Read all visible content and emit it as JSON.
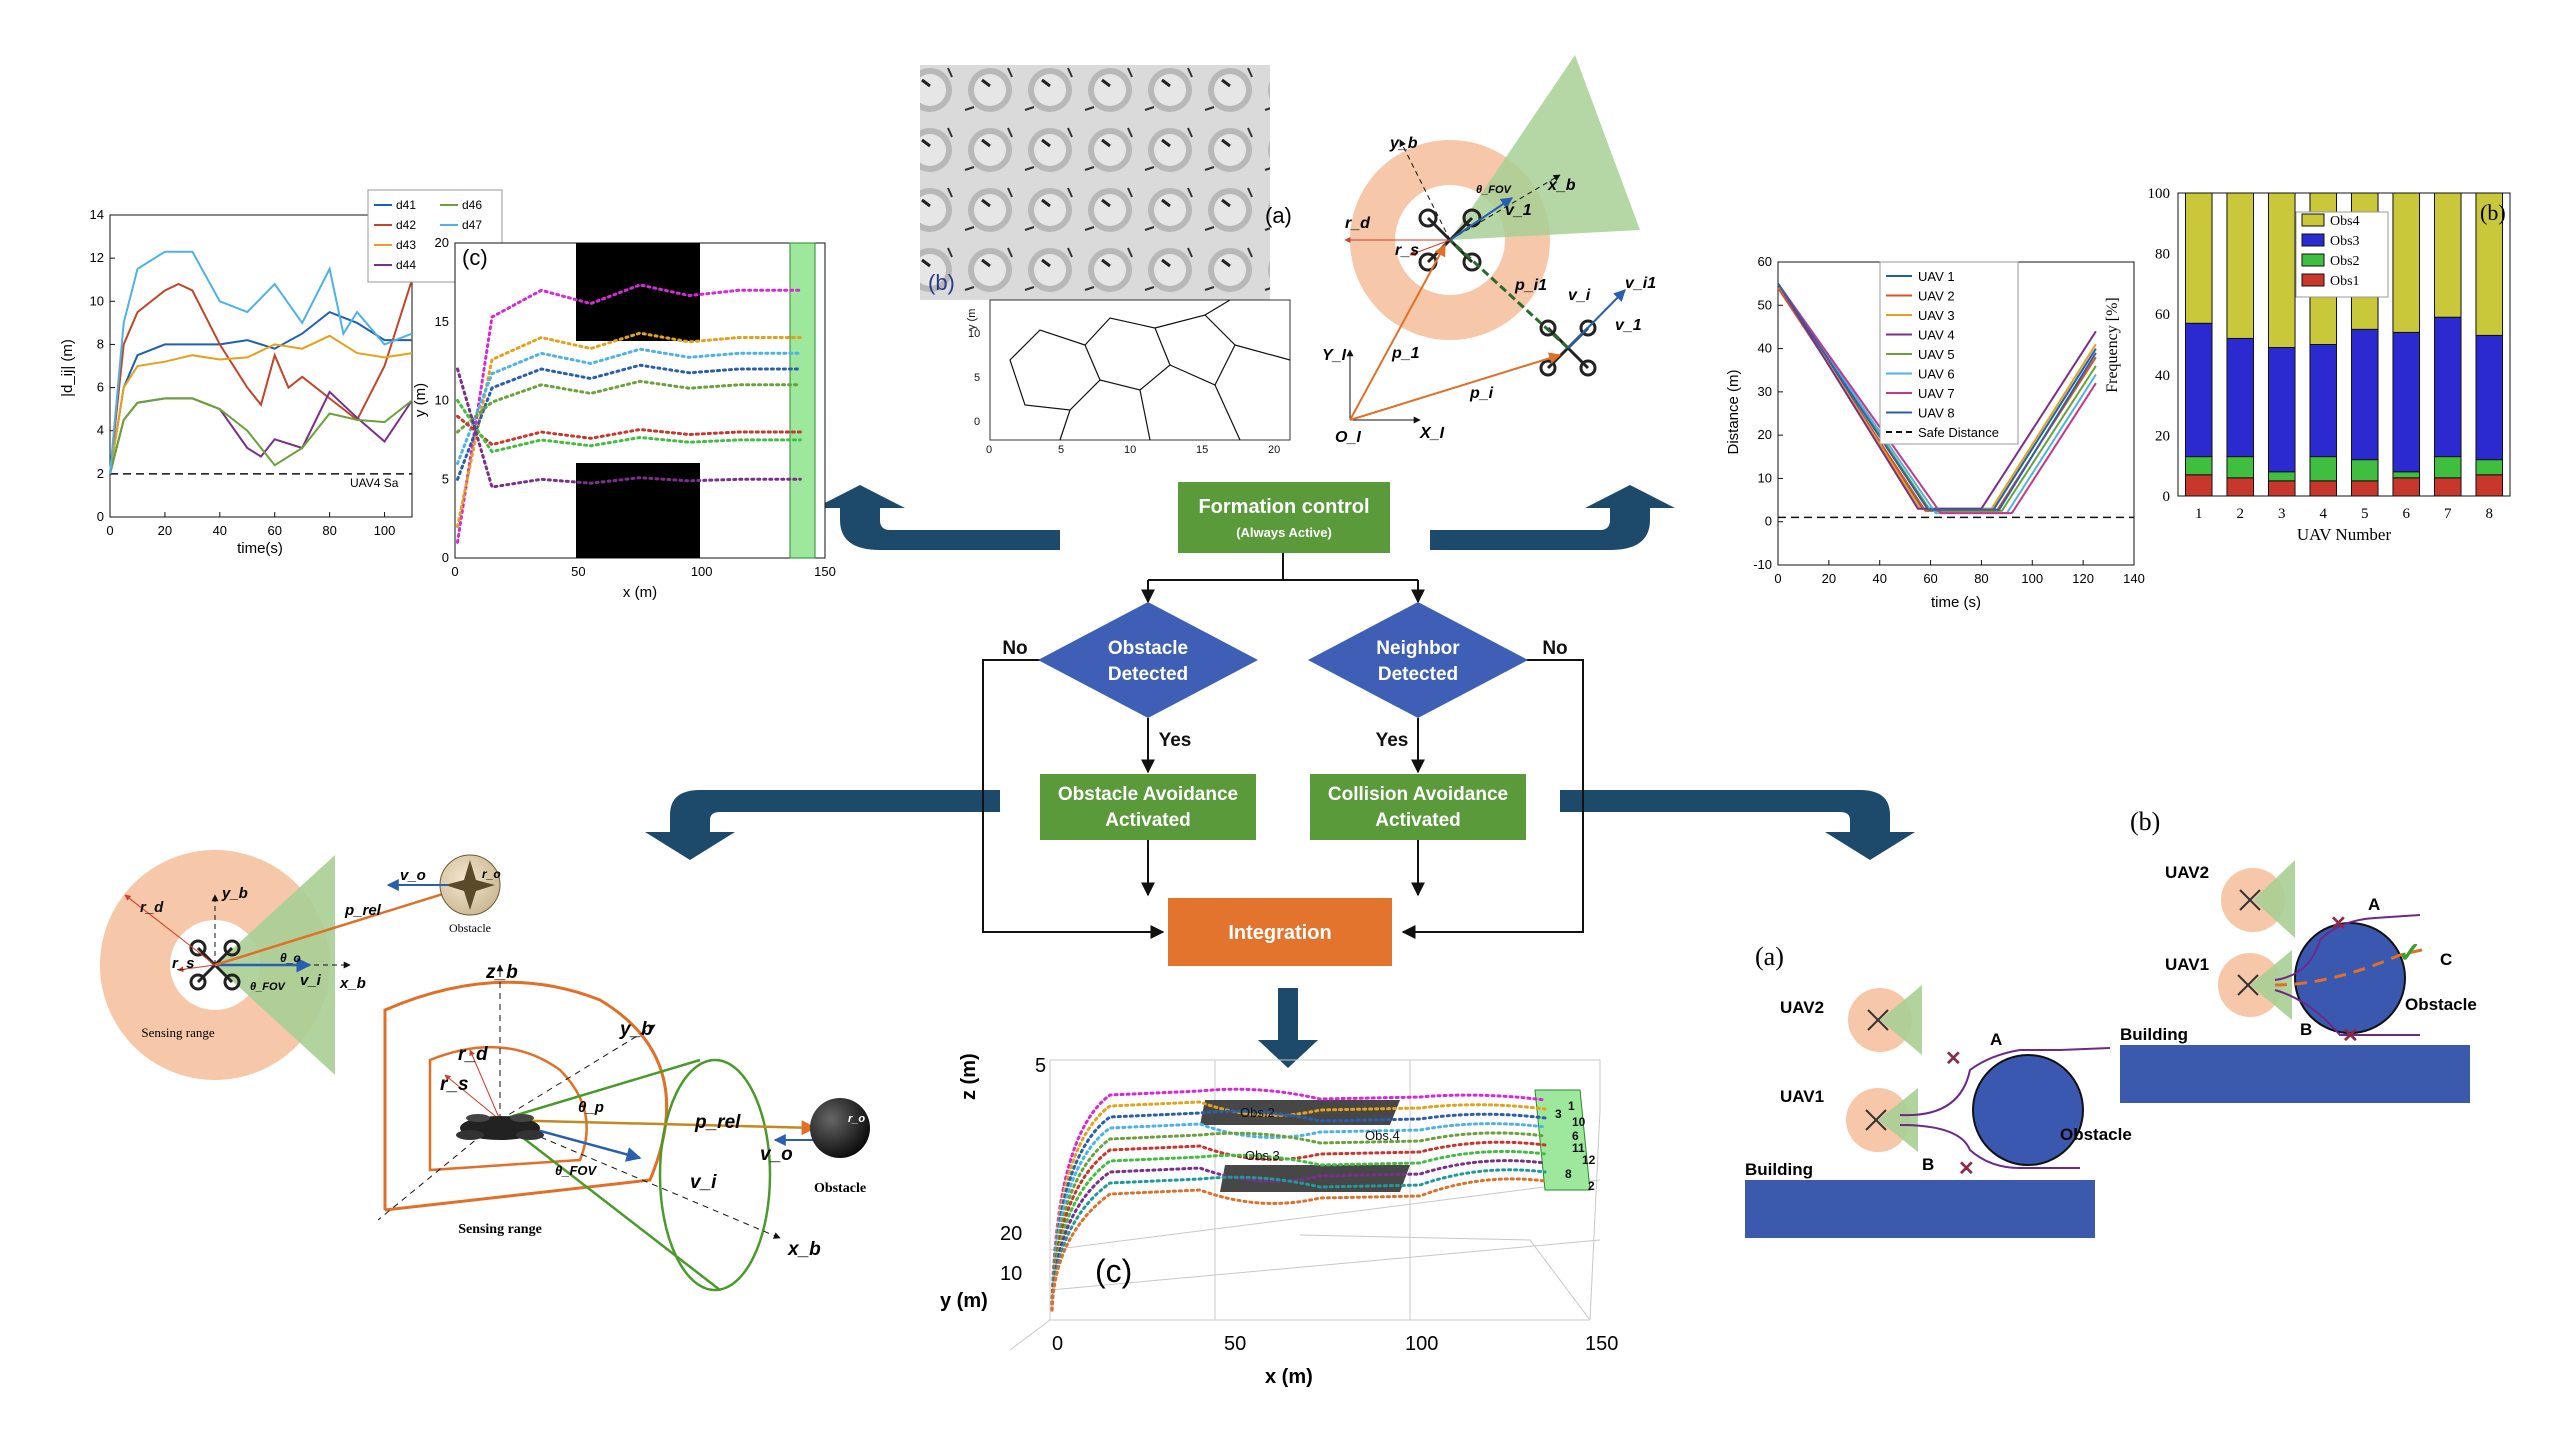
{
  "flowchart": {
    "formation_title": "Formation control",
    "formation_sub": "(Always Active)",
    "obstacle_detected": [
      "Obstacle",
      "Detected"
    ],
    "neighbor_detected": [
      "Neighbor",
      "Detected"
    ],
    "no_label": "No",
    "yes_label": "Yes",
    "obstacle_avoidance": [
      "Obstacle Avoidance",
      "Activated"
    ],
    "collision_avoidance": [
      "Collision Avoidance",
      "Activated"
    ],
    "integration": "Integration"
  },
  "colors": {
    "green_box": "#5a9a3a",
    "diamond": "#3f5fb6",
    "orange_box": "#e2742d",
    "arrow_navy": "#1d4a6b",
    "sensing_peach": "#f6c7a8",
    "fov_green": "#a8cf95",
    "obstacle_blue": "#3b58b0",
    "building_blue": "#3b5aae"
  },
  "panel_labels": {
    "a": "(a)",
    "b": "(b)",
    "c": "(c)"
  },
  "chart_data": [
    {
      "type": "line",
      "title": "",
      "ylabel": "|d_ij| (m)",
      "xlabel": "time(s)",
      "xlim": [
        0,
        110
      ],
      "ylim": [
        0,
        14
      ],
      "xticks": [
        0,
        20,
        40,
        60,
        80,
        100
      ],
      "yticks": [
        0,
        2,
        4,
        6,
        8,
        10,
        12,
        14
      ],
      "legend_entries": [
        "d41",
        "d42",
        "d43",
        "d44",
        "d46",
        "d47"
      ],
      "safe_label": "UAV4 Sa",
      "safe_line": 2,
      "series": [
        {
          "name": "d41",
          "color": "#1f5fb0",
          "x": [
            0,
            5,
            10,
            20,
            30,
            40,
            50,
            60,
            70,
            80,
            90,
            100,
            110
          ],
          "y": [
            2,
            6,
            7.5,
            8,
            8,
            8,
            8.2,
            7.8,
            8.5,
            9.5,
            9,
            8.2,
            8.2
          ]
        },
        {
          "name": "d42",
          "color": "#c2452a",
          "x": [
            0,
            5,
            10,
            20,
            25,
            30,
            40,
            50,
            55,
            60,
            65,
            70,
            80,
            90,
            100,
            110
          ],
          "y": [
            2,
            8,
            9.5,
            10.5,
            10.8,
            10.5,
            8,
            6,
            5.2,
            7.5,
            6,
            6.5,
            5.5,
            4.5,
            7,
            11
          ]
        },
        {
          "name": "d43",
          "color": "#e3a21a",
          "x": [
            0,
            5,
            10,
            20,
            30,
            40,
            50,
            60,
            70,
            80,
            90,
            100,
            110
          ],
          "y": [
            2,
            6,
            7,
            7.2,
            7.5,
            7.3,
            7.4,
            8,
            7.8,
            8.4,
            7.6,
            7.4,
            7.6
          ]
        },
        {
          "name": "d44",
          "color": "#7a2f8a",
          "x": [
            0,
            5,
            10,
            20,
            30,
            40,
            50,
            55,
            60,
            70,
            80,
            90,
            100,
            110
          ],
          "y": [
            2,
            4.5,
            5.3,
            5.5,
            5.5,
            5,
            3.2,
            2.8,
            3.6,
            3.2,
            5.8,
            4.6,
            3.5,
            5.4
          ]
        },
        {
          "name": "d46",
          "color": "#6aa23a",
          "x": [
            0,
            5,
            10,
            20,
            30,
            40,
            50,
            60,
            70,
            80,
            90,
            100,
            110
          ],
          "y": [
            2,
            4.5,
            5.3,
            5.5,
            5.5,
            5,
            4,
            2.4,
            3.2,
            4.8,
            4.5,
            4.4,
            5.4
          ]
        },
        {
          "name": "d47",
          "color": "#4db3e6",
          "x": [
            0,
            5,
            10,
            20,
            30,
            40,
            50,
            60,
            70,
            80,
            85,
            90,
            100,
            110
          ],
          "y": [
            2,
            9,
            11.5,
            12.3,
            12.3,
            10,
            9.5,
            10.8,
            9,
            11.5,
            8.5,
            9.5,
            8,
            8.5
          ]
        }
      ]
    },
    {
      "type": "line",
      "title": "",
      "ylabel": "Distance (m)",
      "xlabel": "time (s)",
      "xlim": [
        0,
        140
      ],
      "ylim": [
        -10,
        60
      ],
      "xticks": [
        0,
        20,
        40,
        60,
        80,
        100,
        120,
        140
      ],
      "yticks": [
        -10,
        0,
        10,
        20,
        30,
        40,
        50,
        60
      ],
      "safe_distance": 1,
      "legend_entries": [
        "UAV 1",
        "UAV 2",
        "UAV 3",
        "UAV 4",
        "UAV 5",
        "UAV 6",
        "UAV 7",
        "UAV 8",
        "Safe Distance"
      ],
      "series": [
        {
          "name": "UAV 1",
          "color": "#1f5fb0",
          "x": [
            0,
            57,
            85,
            125
          ],
          "y": [
            55,
            3,
            3,
            40
          ]
        },
        {
          "name": "UAV 2",
          "color": "#d9541e",
          "x": [
            0,
            58,
            86,
            125
          ],
          "y": [
            54,
            2.5,
            2.5,
            38
          ]
        },
        {
          "name": "UAV 3",
          "color": "#e3a21a",
          "x": [
            0,
            56,
            84,
            125
          ],
          "y": [
            55,
            3,
            3,
            41
          ]
        },
        {
          "name": "UAV 4",
          "color": "#7a2f8a",
          "x": [
            0,
            55,
            80,
            125
          ],
          "y": [
            55,
            3,
            3,
            44
          ]
        },
        {
          "name": "UAV 5",
          "color": "#6aa23a",
          "x": [
            0,
            60,
            88,
            125
          ],
          "y": [
            55,
            2.5,
            2.5,
            36
          ]
        },
        {
          "name": "UAV 6",
          "color": "#4db3e6",
          "x": [
            0,
            62,
            90,
            125
          ],
          "y": [
            55,
            2,
            2,
            34
          ]
        },
        {
          "name": "UAV 7",
          "color": "#c8368a",
          "x": [
            0,
            64,
            92,
            125
          ],
          "y": [
            55,
            2,
            2,
            32
          ]
        },
        {
          "name": "UAV 8",
          "color": "#2f5fa8",
          "x": [
            0,
            59,
            87,
            125
          ],
          "y": [
            55,
            2.8,
            2.8,
            39
          ]
        }
      ]
    },
    {
      "type": "bar",
      "title": "",
      "ylabel": "Frequency [%]",
      "xlabel": "UAV Number",
      "categories": [
        "1",
        "2",
        "3",
        "4",
        "5",
        "6",
        "7",
        "8"
      ],
      "ylim": [
        0,
        100
      ],
      "yticks": [
        0,
        20,
        40,
        60,
        80,
        100
      ],
      "stacked": true,
      "series": [
        {
          "name": "Obs1",
          "color": "#c8372c",
          "values": [
            7,
            6,
            5,
            5,
            5,
            6,
            6,
            7
          ]
        },
        {
          "name": "Obs2",
          "color": "#3fbe3f",
          "values": [
            6,
            7,
            3,
            8,
            7,
            2,
            7,
            5
          ]
        },
        {
          "name": "Obs3",
          "color": "#2a2ad0",
          "values": [
            44,
            39,
            41,
            37,
            43,
            46,
            46,
            41
          ]
        },
        {
          "name": "Obs4",
          "color": "#c8c83a",
          "values": [
            43,
            48,
            51,
            50,
            45,
            46,
            41,
            47
          ]
        }
      ],
      "legend_entries": [
        "Obs4",
        "Obs3",
        "Obs2",
        "Obs1"
      ]
    },
    {
      "type": "scatter",
      "title": "",
      "xlabel": "x (m)",
      "ylabel": "y (m)",
      "xlim": [
        0,
        150
      ],
      "ylim": [
        0,
        20
      ],
      "xticks": [
        0,
        50,
        100,
        150
      ],
      "yticks": [
        0,
        5,
        10,
        15,
        20
      ]
    }
  ],
  "trajectory_3d": {
    "xlabel": "x (m)",
    "ylabel": "y (m)",
    "zlabel": "z (m)",
    "xticks": [
      "0",
      "50",
      "100",
      "150"
    ],
    "yticks": [
      "10",
      "20"
    ],
    "zticks": [
      "5"
    ],
    "obstacles": [
      "Obs.2",
      "Obs.4",
      "Obs.3"
    ],
    "markers": [
      "1",
      "3",
      "10",
      "6",
      "11",
      "12",
      "8",
      "2"
    ]
  },
  "voronoi": {
    "ylabel": "y (m",
    "yticks": [
      "0",
      "5",
      "10"
    ],
    "xticks": [
      "0",
      "5",
      "10",
      "15",
      "20"
    ]
  },
  "geometry_top": {
    "labels": [
      "y_b",
      "x_b",
      "r_d",
      "r_s",
      "θ_FOV",
      "v_1",
      "p_i1",
      "v_i",
      "v_i1",
      "v_1",
      "p_1",
      "p_i",
      "Y_I",
      "X_I",
      "O_I"
    ]
  },
  "sensing_2d": {
    "labels": [
      "y_b",
      "r_d",
      "r_s",
      "θ_o",
      "θ_FOV",
      "v_i",
      "x_b",
      "p_rel",
      "v_o",
      "r_o"
    ],
    "obstacle": "Obstacle",
    "sensing": "Sensing range"
  },
  "sensing_3d": {
    "labels": [
      "z_b",
      "y_b",
      "x_b",
      "r_d",
      "r_s",
      "θ_p",
      "θ_FOV",
      "p_rel",
      "v_i",
      "v_o",
      "r_o"
    ],
    "obstacle": "Obstacle",
    "sensing": "Sensing range"
  },
  "scenario": {
    "uav1": "UAV1",
    "uav2": "UAV2",
    "obstacle": "Obstacle",
    "building": "Building",
    "point_a": "A",
    "point_b": "B",
    "point_c": "C"
  }
}
